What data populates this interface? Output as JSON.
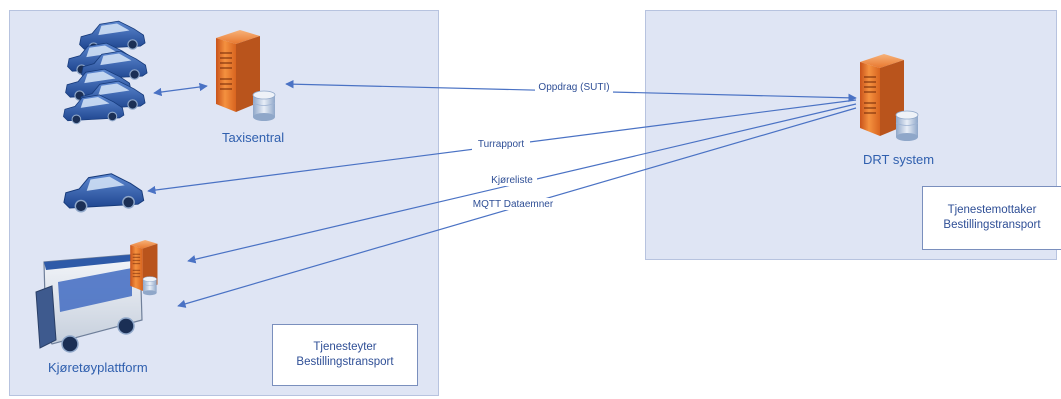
{
  "zones": {
    "provider": {
      "line1": "Tjenesteyter",
      "line2": "Bestillingstransport"
    },
    "receiver": {
      "line1": "Tjenestemottaker",
      "line2": "Bestillingstransport"
    }
  },
  "nodes": {
    "taxi_central": "Taxisentral",
    "drt_system": "DRT system",
    "vehicle_platform": "Kjøretøyplattform"
  },
  "edges": {
    "assignment": "Oppdrag (SUTI)",
    "trip_report": "Turrapport",
    "driving_list": "Kjøreliste",
    "mqtt": "MQTT Dataemner"
  },
  "colors": {
    "zone_fill": "#dfe5f4",
    "arrow": "#4a72c4",
    "text": "#2f4f96",
    "server_orange": "#e8782e",
    "car_blue": "#2e5aa8"
  },
  "icons": [
    "car-fleet-icon",
    "server-icon",
    "database-icon",
    "car-icon",
    "bus-icon"
  ]
}
